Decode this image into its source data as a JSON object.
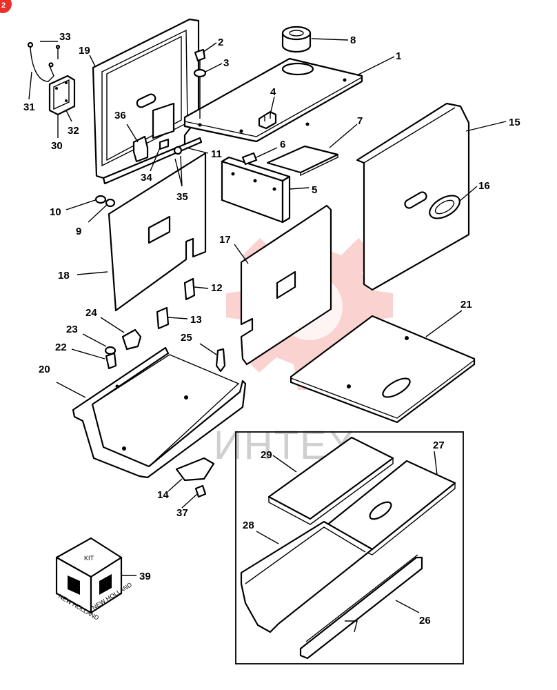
{
  "badge_number": "2",
  "watermark_text": "ИНТЕХ",
  "kit_label": "KIT",
  "kit_brand": "NEW HOLLAND",
  "callouts": [
    "1",
    "2",
    "3",
    "4",
    "5",
    "6",
    "7",
    "8",
    "9",
    "10",
    "11",
    "12",
    "13",
    "14",
    "15",
    "16",
    "17",
    "18",
    "19",
    "20",
    "21",
    "22",
    "23",
    "24",
    "25",
    "26",
    "27",
    "28",
    "29",
    "30",
    "31",
    "32",
    "33",
    "34",
    "35",
    "36",
    "37",
    "39"
  ],
  "colors": {
    "watermark": "#e9302a",
    "badge": "#e9302a",
    "line": "#000000"
  }
}
